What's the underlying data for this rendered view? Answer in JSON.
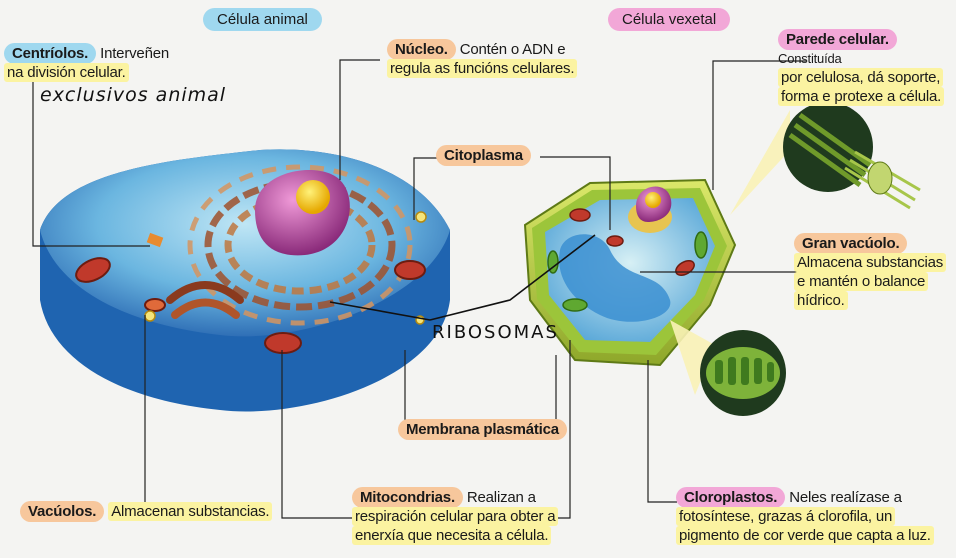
{
  "titles": {
    "animal": "Célula animal",
    "plant": "Célula vexetal"
  },
  "labels": {
    "centriolos": {
      "term": "Centríolos.",
      "line1": "Interveñen",
      "line2": "na división celular."
    },
    "handwritten_exclusive": "exclusivos animal",
    "nucleo": {
      "term": "Núcleo.",
      "line1": "Contén o ADN e",
      "line2": "regula as funcións celulares."
    },
    "citoplasma": "Citoplasma",
    "parede": {
      "term": "Parede celular.",
      "line1": "Constituída",
      "line2": "por celulosa, dá soporte,",
      "line3": "forma e protexe a célula."
    },
    "gran_vacuolo": {
      "term": "Gran vacúolo.",
      "line1": "Almacena substancias",
      "line2": "e mantén o balance",
      "line3": "hídrico."
    },
    "handwritten_ribosomas": "RIBOSOMAS",
    "membrana": "Membrana plasmática",
    "vacuolos": {
      "term": "Vacúolos.",
      "text": "Almacenan substancias."
    },
    "mitocondrias": {
      "term": "Mitocondrias.",
      "line1": "Realizan a",
      "line2": "respiración celular para obter a",
      "line3": "enerxía que necesita a célula."
    },
    "cloroplastos": {
      "term": "Cloroplastos.",
      "line1": "Neles realízase a",
      "line2": "fotosíntese, grazas á clorofila, un",
      "line3": "pigmento de cor verde que capta a luz."
    }
  },
  "colors": {
    "highlight_yellow": "#fbf3a1",
    "pill_orange": "#f7c79c",
    "pill_blue": "#9fd8ef",
    "pill_pink": "#f2a7d7",
    "cell_blue": "#5aa8d8",
    "cell_green": "#c6d84a",
    "nucleus_purple": "#a23a8a"
  }
}
